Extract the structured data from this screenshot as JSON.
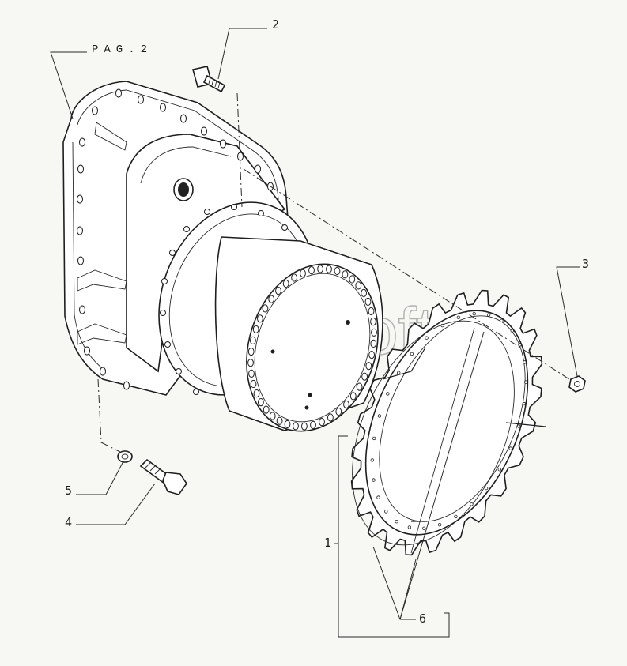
{
  "reference": {
    "text": "PAG.2"
  },
  "watermark": {
    "text": "AutoSoft"
  },
  "callouts": [
    {
      "id": "1",
      "label": "1"
    },
    {
      "id": "2",
      "label": "2"
    },
    {
      "id": "3",
      "label": "3"
    },
    {
      "id": "4",
      "label": "4"
    },
    {
      "id": "5",
      "label": "5"
    },
    {
      "id": "6",
      "label": "6"
    }
  ]
}
